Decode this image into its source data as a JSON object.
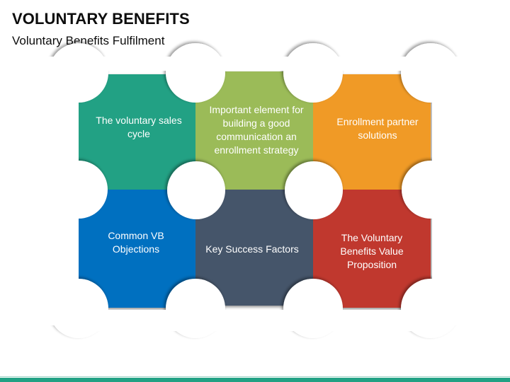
{
  "header": {
    "title": "VOLUNTARY BENEFITS",
    "subtitle": "Voluntary Benefits Fulfilment"
  },
  "tiles": [
    {
      "id": "voluntary-sales-cycle",
      "row": 0,
      "col": 0,
      "color": "#22a184",
      "text": "The voluntary sales cycle"
    },
    {
      "id": "communication-enrollment-strategy",
      "row": 0,
      "col": 1,
      "color": "#9bbb59",
      "text": "Important element for building a good communication an enrollment strategy"
    },
    {
      "id": "enrollment-partner-solutions",
      "row": 0,
      "col": 2,
      "color": "#f09a28",
      "text": "Enrollment partner solutions"
    },
    {
      "id": "common-vb-objections",
      "row": 1,
      "col": 0,
      "color": "#0070c0",
      "text": "Common VB Objections"
    },
    {
      "id": "key-success-factors",
      "row": 1,
      "col": 1,
      "color": "#44546a",
      "text": "Key Success Factors"
    },
    {
      "id": "value-proposition",
      "row": 1,
      "col": 2,
      "color": "#c0392f",
      "text": "The Voluntary Benefits Value Proposition"
    }
  ],
  "colors": {
    "accent_bar": "#22a184",
    "background": "#ffffff",
    "tile_text": "#ffffff"
  }
}
